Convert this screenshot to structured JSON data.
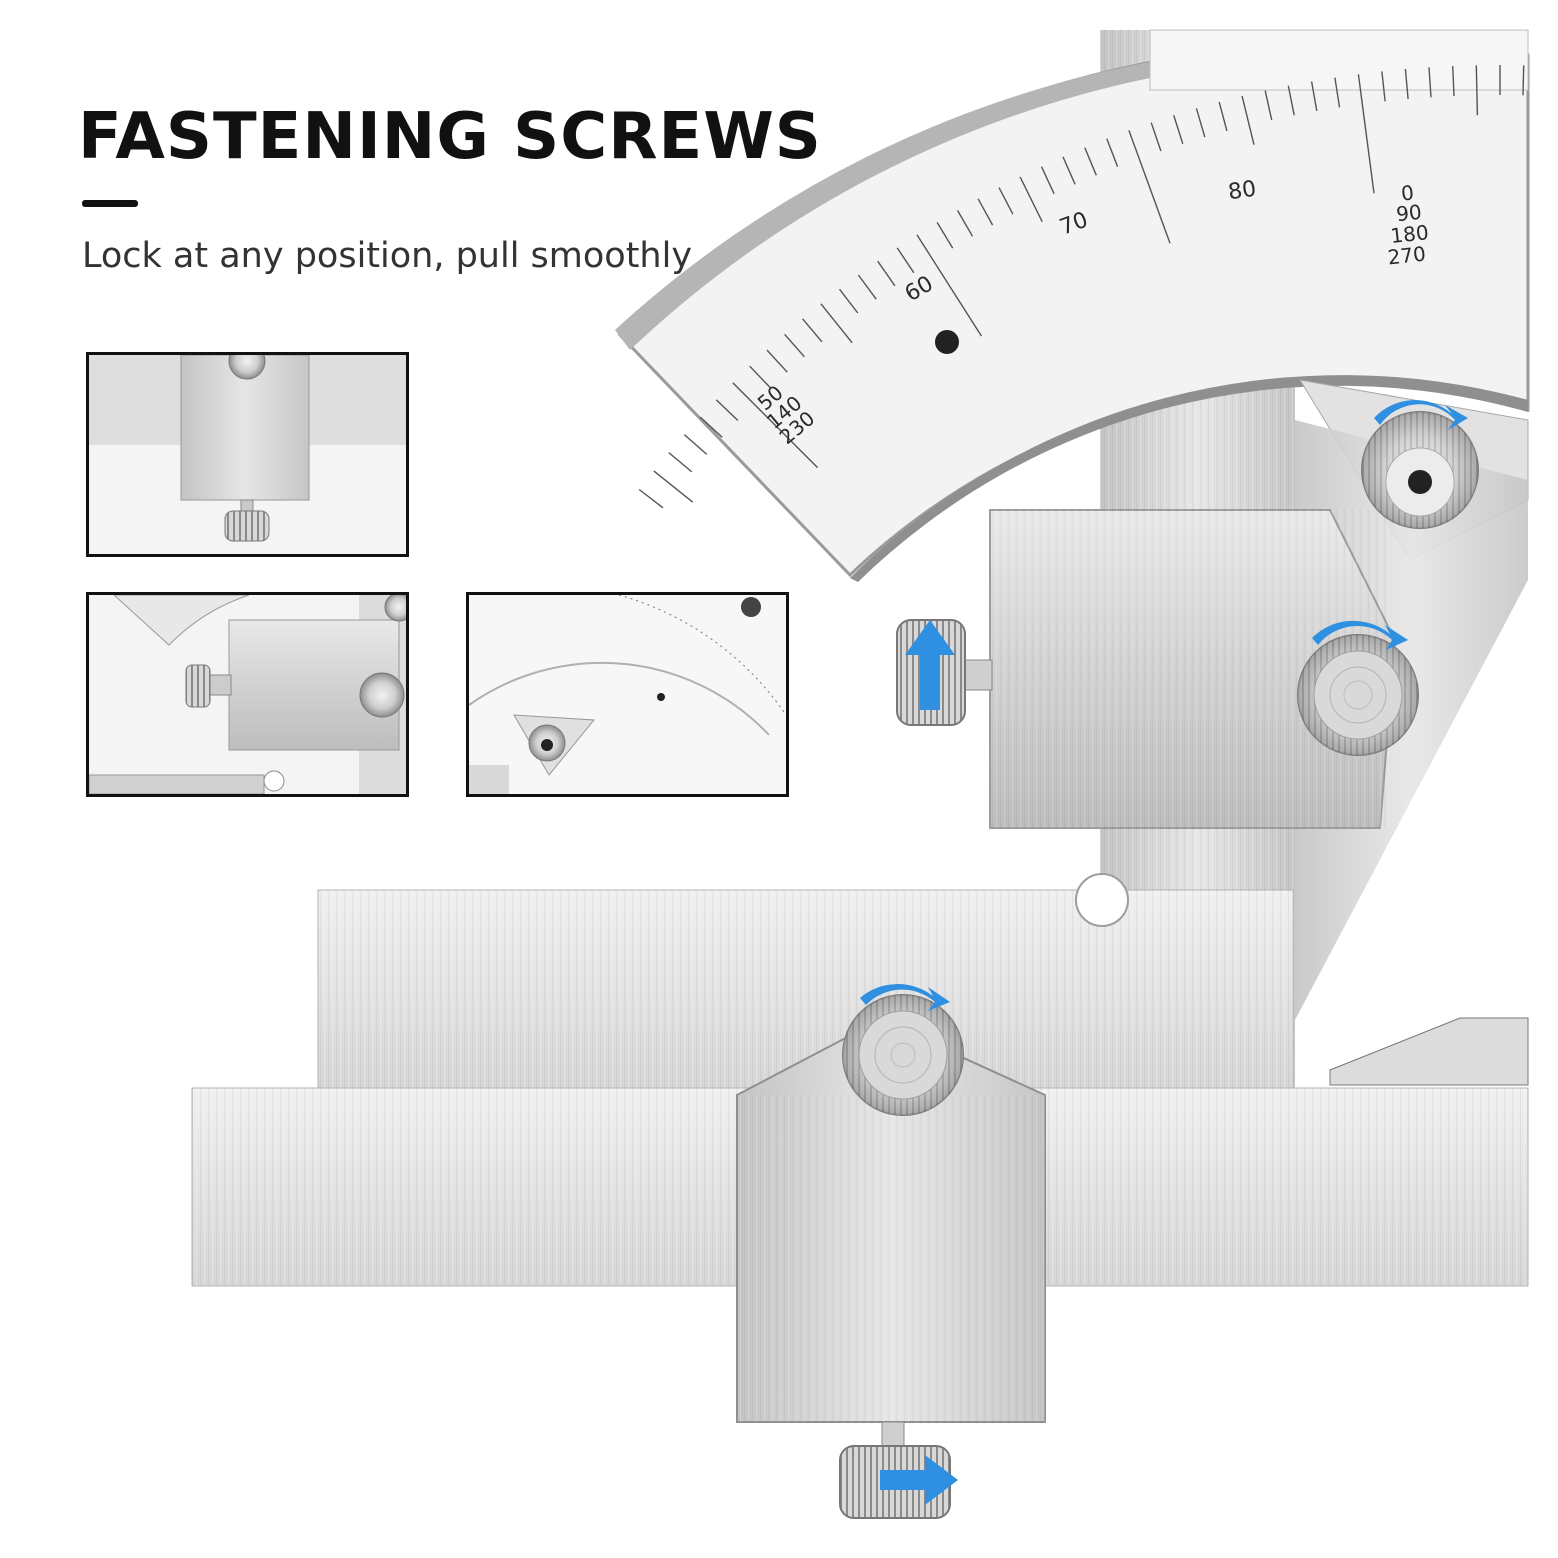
{
  "headline": "FASTENING SCREWS",
  "subline": "Lock at any position, pull smoothly",
  "scale": {
    "major_labels": [
      "50",
      "60",
      "70",
      "80"
    ],
    "stack_left": [
      "50",
      "140",
      "230"
    ],
    "stack_right": [
      "0",
      "90",
      "180",
      "270"
    ]
  },
  "colors": {
    "accent_arrow": "#2f8fe0",
    "steel_light": "#e4e4e4",
    "steel_mid": "#c9c9c9",
    "steel_dark": "#a9a9a9",
    "text": "#111111"
  },
  "icons": [
    "knurled-screw-icon",
    "rotate-arrow-icon",
    "push-arrow-icon"
  ]
}
